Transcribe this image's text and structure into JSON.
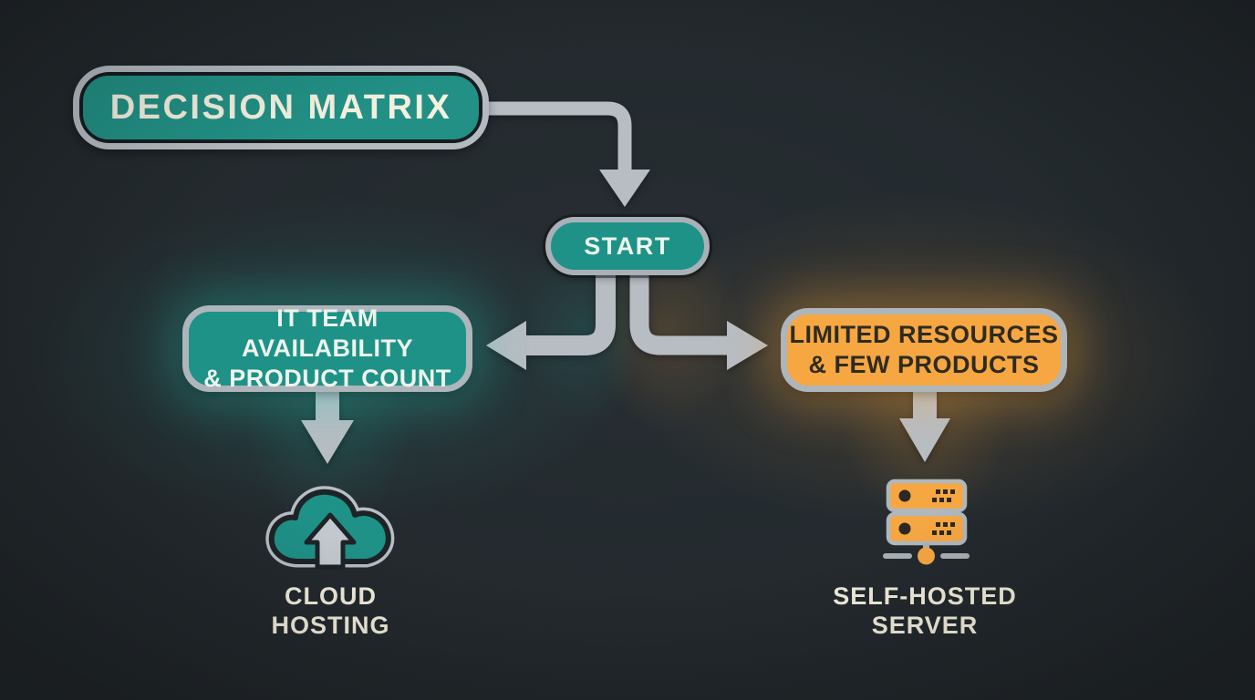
{
  "diagram": {
    "title": {
      "label": "DECISION MATRIX"
    },
    "start": {
      "label": "START"
    },
    "branches": {
      "left": {
        "condition": {
          "line1": "IT TEAM AVAILABILITY",
          "line2": "& PRODUCT COUNT"
        },
        "outcome": {
          "line1": "CLOUD",
          "line2": "HOSTING",
          "icon": "cloud-upload-icon"
        }
      },
      "right": {
        "condition": {
          "line1": "LIMITED RESOURCES",
          "line2": "& FEW PRODUCTS"
        },
        "outcome": {
          "line1": "SELF-HOSTED",
          "line2": "SERVER",
          "icon": "server-icon"
        }
      }
    },
    "colors": {
      "background": "#22282c",
      "teal": "#1f9288",
      "orange": "#f6a742",
      "connector_gray": "#b7bdc3",
      "border_gray": "#aeb5bb",
      "text_cream": "#f3efde",
      "text_dark": "#2e2b23"
    }
  }
}
